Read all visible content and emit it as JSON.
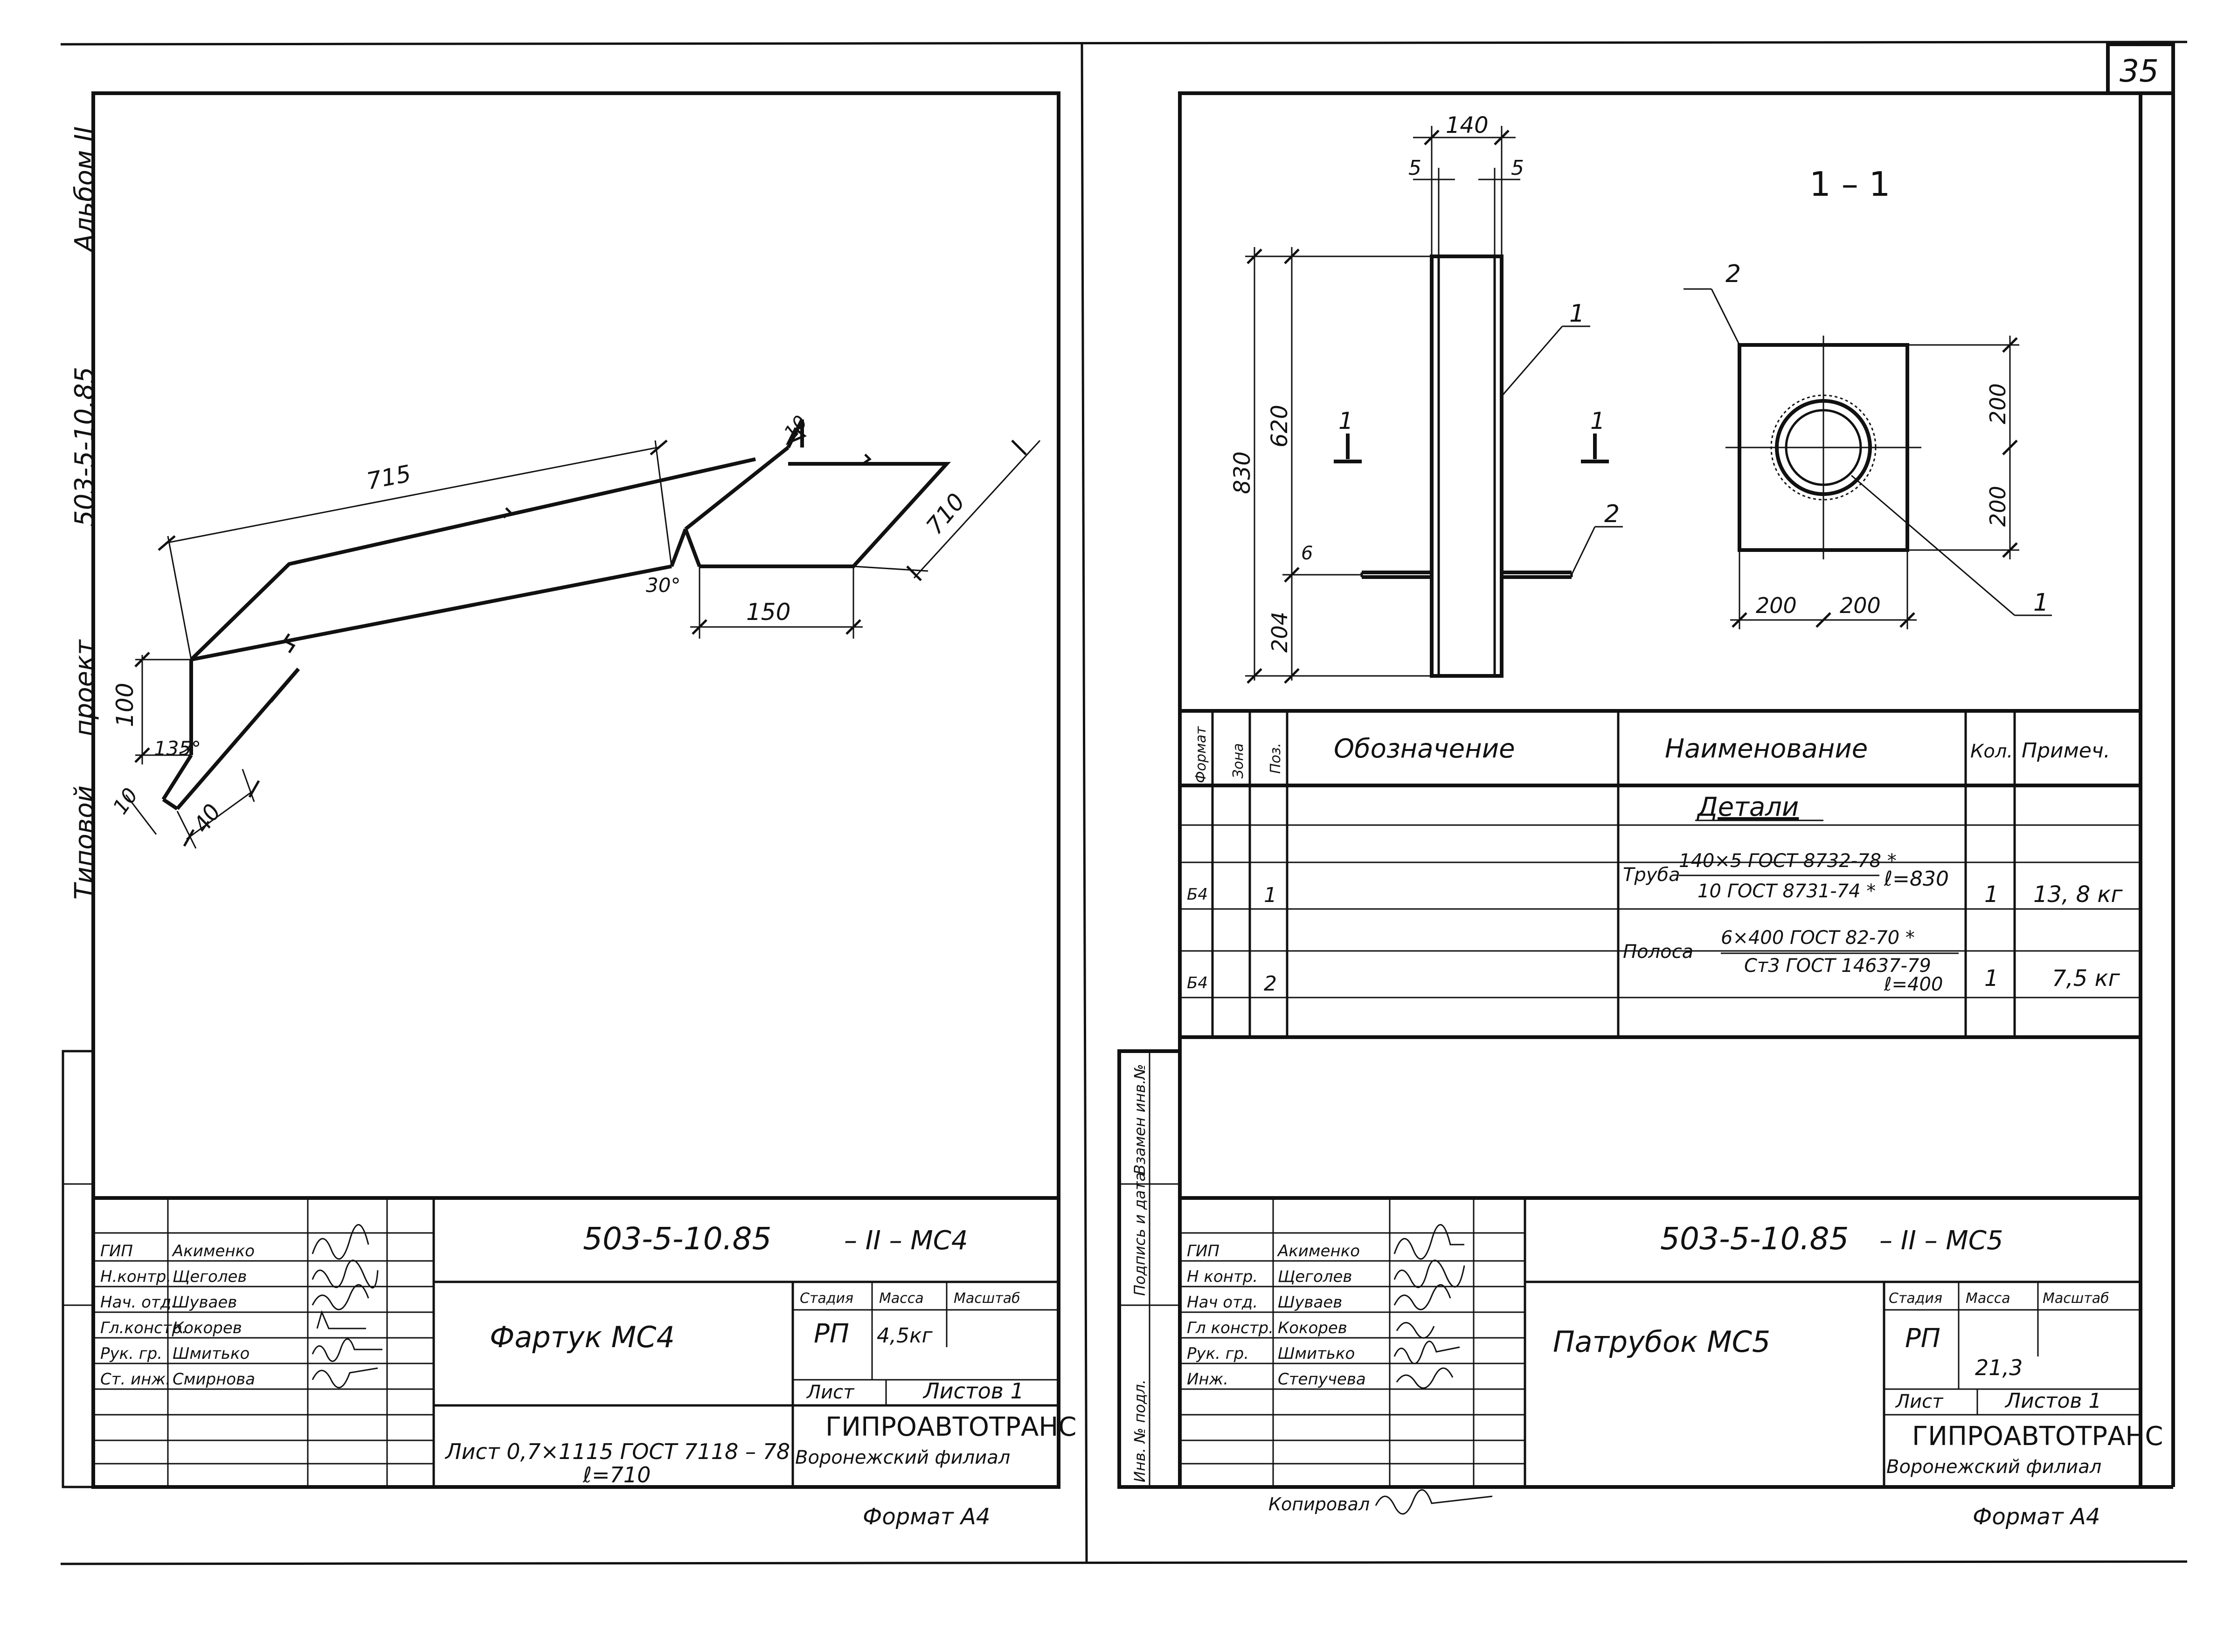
{
  "page_number": "35",
  "left": {
    "side_text": [
      "Типовой",
      "проект",
      "503-5-10.85",
      "Альбом II"
    ],
    "drawing": {
      "dims": [
        "715",
        "150",
        "710",
        "100",
        "40",
        "10"
      ],
      "angles": [
        "135°",
        "30°"
      ]
    },
    "title_block": {
      "code": "503-5-10.85",
      "code_suffix": "– II – МС4",
      "name": "Фартук МС4",
      "material": "Лист 0,7×1115 ГОСТ 7118 – 78",
      "material_length": "ℓ=710",
      "stage_label": "Стадия",
      "mass_label": "Масса",
      "scale_label": "Масштаб",
      "stage": "РП",
      "mass": "4,5кг",
      "sheet_label": "Лист",
      "sheets_label": "Листов 1",
      "org": "ГИПРОАВТОТРАНС",
      "branch": "Воронежский филиал",
      "people": [
        {
          "role": "ГИП",
          "name": "Акименко"
        },
        {
          "role": "Н.контр.",
          "name": "Щеголев"
        },
        {
          "role": "Нач. отд.",
          "name": "Шуваев"
        },
        {
          "role": "Гл.констр.",
          "name": "Кокорев"
        },
        {
          "role": "Рук. гр.",
          "name": "Шмитько"
        },
        {
          "role": "Ст. инж.",
          "name": "Смирнова"
        }
      ]
    },
    "format": "Формат А4"
  },
  "right": {
    "drawing": {
      "dims": [
        "140",
        "5",
        "5",
        "620",
        "830",
        "6",
        "204",
        "200",
        "200",
        "200",
        "200"
      ],
      "section_title": "1 – 1",
      "callouts": [
        "1",
        "2",
        "2",
        "1"
      ],
      "section_marks": [
        "1",
        "1"
      ]
    },
    "spec": {
      "headers": [
        "Формат",
        "Зона",
        "Поз.",
        "Обозначение",
        "Наименование",
        "Кол.",
        "Примеч."
      ],
      "section": "Детали",
      "rows": [
        {
          "format": "Б4",
          "pos": "1",
          "name": "Труба",
          "num": "140×5 ГОСТ 8732-78 *",
          "den": "10 ГОСТ 8731-74 *",
          "len": "ℓ=830",
          "qty": "1",
          "note": "13, 8 кг"
        },
        {
          "format": "Б4",
          "pos": "2",
          "name": "Полоса",
          "num": "6×400 ГОСТ 82-70 *",
          "den": "Ст3 ГОСТ 14637-79",
          "len": "ℓ=400",
          "qty": "1",
          "note": "7,5 кг"
        }
      ]
    },
    "side_stamp": [
      "Инв. № подл.",
      "Подпись и дата",
      "Взамен инв.№"
    ],
    "title_block": {
      "code": "503-5-10.85",
      "code_suffix": "– II – МС5",
      "name": "Патрубок МС5",
      "stage_label": "Стадия",
      "mass_label": "Масса",
      "scale_label": "Масштаб",
      "stage": "РП",
      "mass": "21,3",
      "sheet_label": "Лист",
      "sheets_label": "Листов 1",
      "org": "ГИПРОАВТОТРАНС",
      "branch": "Воронежский филиал",
      "people": [
        {
          "role": "ГИП",
          "name": "Акименко"
        },
        {
          "role": "Н контр.",
          "name": "Щеголев"
        },
        {
          "role": "Нач отд.",
          "name": "Шуваев"
        },
        {
          "role": "Гл констр.",
          "name": "Кокорев"
        },
        {
          "role": "Рук. гр.",
          "name": "Шмитько"
        },
        {
          "role": "Инж.",
          "name": "Степучева"
        }
      ]
    },
    "copied": "Копировал",
    "format": "Формат А4"
  }
}
